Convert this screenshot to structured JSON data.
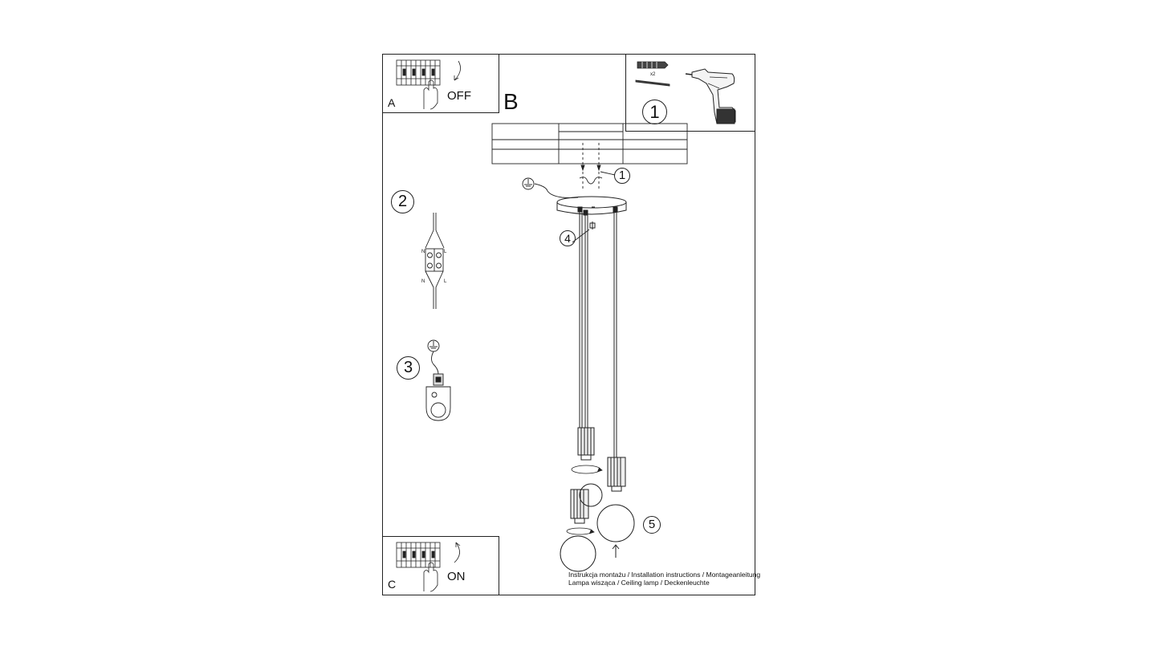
{
  "sheet": {
    "panel_a": {
      "letter": "A",
      "state_text": "OFF"
    },
    "panel_b": {
      "letter": "B"
    },
    "panel_c": {
      "letter": "C",
      "state_text": "ON"
    },
    "tools_panel": {
      "step_number": "1",
      "anchor_qty": "x2"
    },
    "callouts": {
      "bracket_step": "1",
      "step_2": "2",
      "step_3": "3",
      "screw_step": "4",
      "bulb_step": "5"
    },
    "terminal_labels": {
      "neutral": "N",
      "live": "L"
    },
    "caption": {
      "line1": "Instrukcja montażu / Installation instructions / Montageanleitung",
      "line2": "Lampa wisząca / Ceiling lamp / Deckenleuchte"
    }
  }
}
